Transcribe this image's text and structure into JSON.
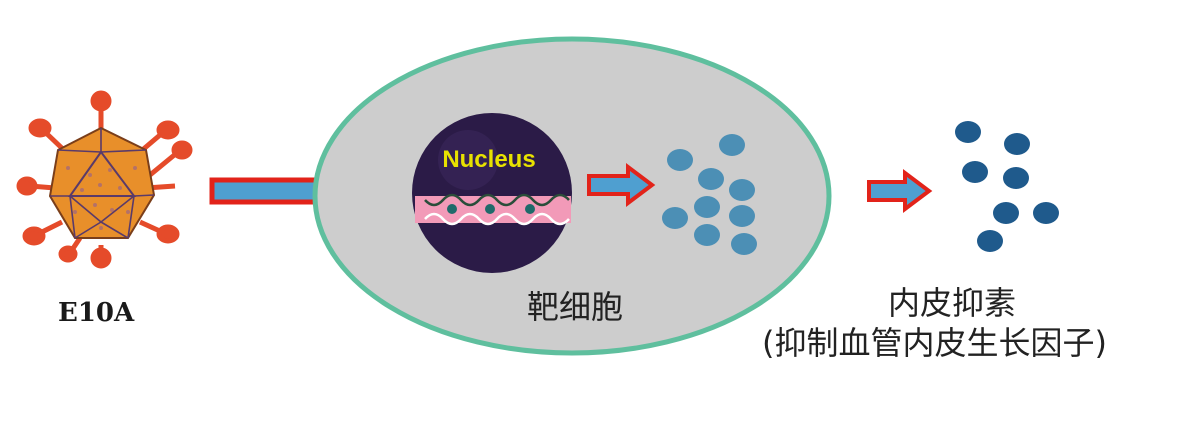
{
  "virus": {
    "label": "E10A",
    "icon": "adenovirus-icon"
  },
  "cell": {
    "label": "靶细胞",
    "nucleus_label": "Nucleus"
  },
  "product": {
    "label": "内皮抑素",
    "sublabel": "(抑制血管内皮生长因子)"
  },
  "colors": {
    "cell_fill": "#cdcdcd",
    "cell_border": "#5fbf9e",
    "nucleus": "#2b1b47",
    "nucleus_text": "#e8e200",
    "dna_band": "#f29ab8",
    "arrow_fill": "#4f9fd0",
    "arrow_border": "#e2231a",
    "protein_in_cell": "#4c8fb5",
    "protein_out": "#1f5a8c",
    "virus_body": "#e88f2a",
    "virus_spikes": "#e54b2a"
  }
}
